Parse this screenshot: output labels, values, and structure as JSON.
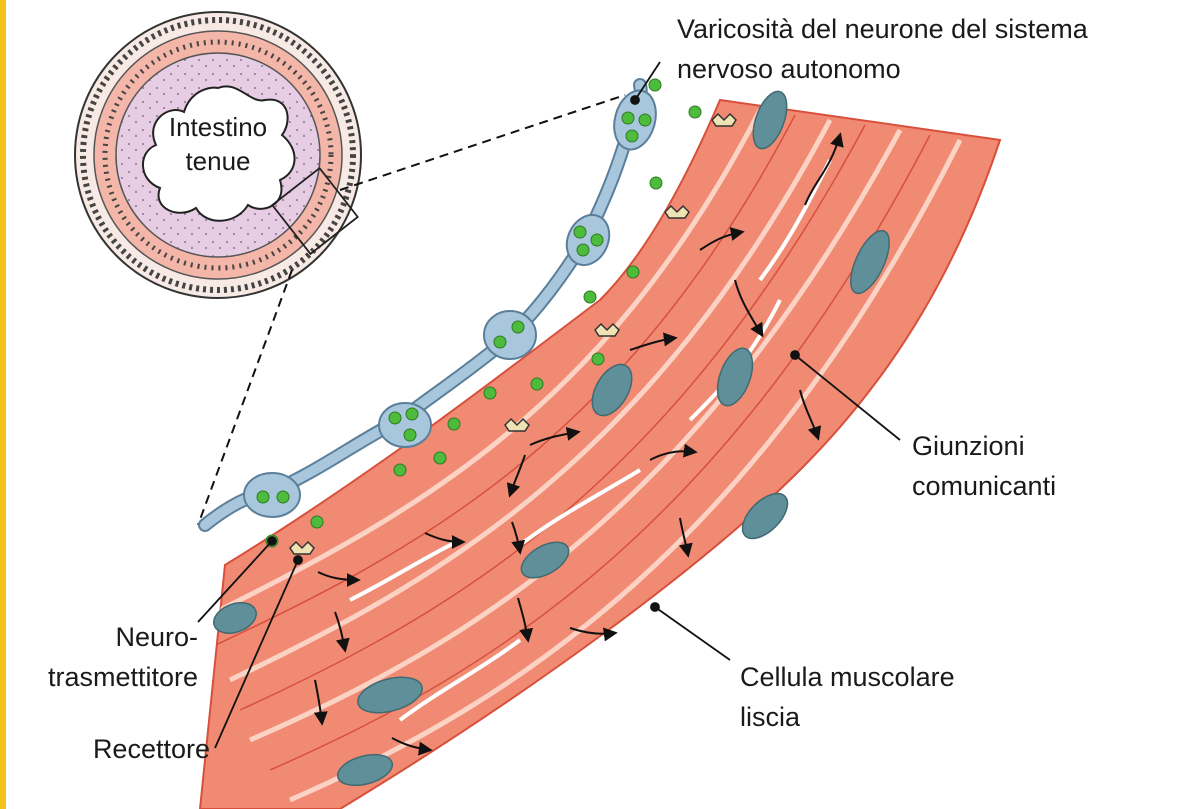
{
  "colors": {
    "accent_bar": "#f3c11a",
    "muscle": "#f08a72",
    "muscle_dark": "#d8503c",
    "muscle_light": "#fbd2c4",
    "nucleus": "#5f8f98",
    "neuron": "#a9c7dc",
    "neuron_dark": "#5b7f9a",
    "vesicle": "#4dbb3c",
    "receptor": "#efe3b3",
    "lumen": "#e6cde3",
    "wall_layer": "#f4b6a8"
  },
  "labels": {
    "organ_line1": "Intestino",
    "organ_line2": "tenue",
    "varicosity_line1": "Varicosità del neurone del sistema",
    "varicosity_line2": "nervoso autonomo",
    "gap_line1": "Giunzioni",
    "gap_line2": "comunicanti",
    "cell_line1": "Cellula muscolare",
    "cell_line2": "liscia",
    "nt_line1": "Neuro-",
    "nt_line2": "trasmettitore",
    "receptor": "Recettore"
  },
  "icons": {
    "vesicle": "vesicle-icon",
    "gap_junction_arrow": "arrow-icon",
    "receptor": "receptor-icon"
  }
}
